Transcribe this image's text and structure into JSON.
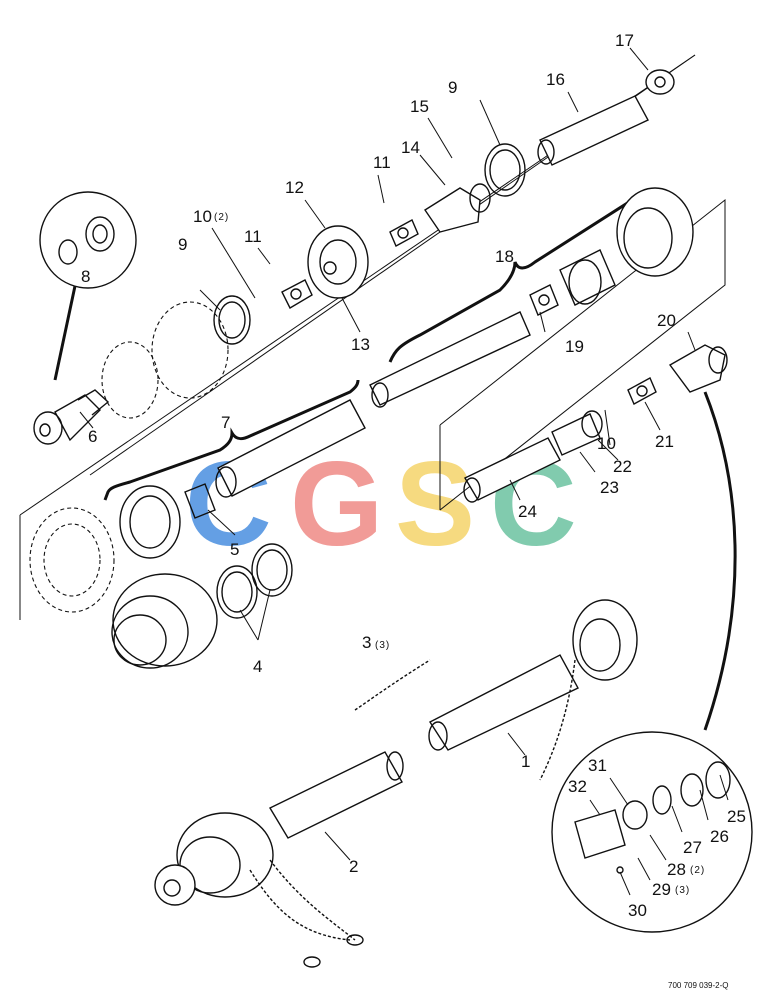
{
  "watermark": {
    "letters": [
      {
        "char": "C",
        "color": "#4a8fe0"
      },
      {
        "char": "G",
        "color": "#ef8a86"
      },
      {
        "char": "S",
        "color": "#f5d46a"
      },
      {
        "char": "C",
        "color": "#6cc2a0"
      }
    ]
  },
  "callouts": {
    "c1": "1",
    "c2": "2",
    "c3": "3",
    "c4": "4",
    "c5": "5",
    "c6": "6",
    "c7": "7",
    "c8": "8",
    "c9a": "9",
    "c9b": "9",
    "c10a": "10",
    "c10b": "10",
    "c11a": "11",
    "c11b": "11",
    "c12": "12",
    "c13": "13",
    "c14": "14",
    "c15": "15",
    "c16": "16",
    "c17": "17",
    "c18": "18",
    "c19": "19",
    "c20": "20",
    "c21": "21",
    "c22": "22",
    "c23": "23",
    "c24": "24",
    "c25": "25",
    "c26": "26",
    "c27": "27",
    "c28": "28",
    "c29": "29",
    "c30": "30",
    "c31": "31",
    "c32": "32"
  },
  "quantities": {
    "q3": "(3)",
    "q10": "(2)",
    "q28": "(2)",
    "q29": "(3)"
  },
  "document_number": "700 709 039-2-Q"
}
